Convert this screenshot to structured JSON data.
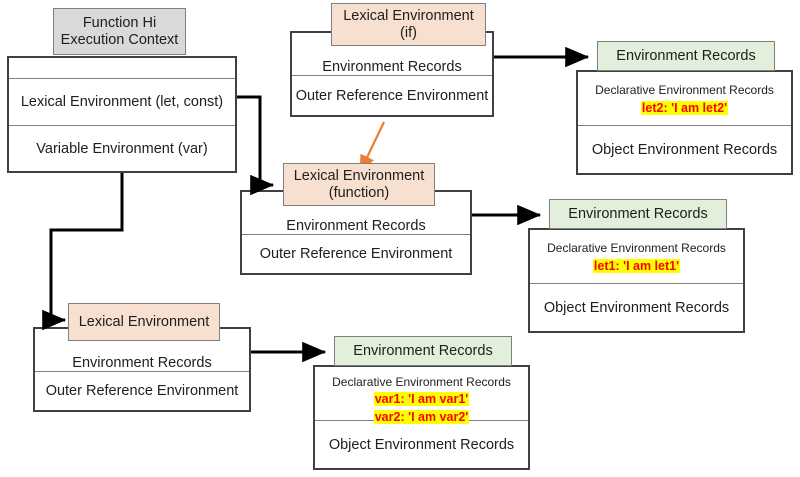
{
  "diagram": {
    "title": "JavaScript Execution Context Lexical Environment Diagram",
    "colors": {
      "header_grey": "#d9d9d9",
      "header_peach": "#f7e0cf",
      "header_green": "#e2efda",
      "box_border": "#404040",
      "divider": "#7f7f7f",
      "connector_black": "#000000",
      "connector_orange": "#ed7d31",
      "highlight_bg": "#ffff00",
      "highlight_text": "#ff0000"
    },
    "execution_context": {
      "header_line1": "Function Hi",
      "header_line2": "Execution Context",
      "rows": [
        "Lexical Environment (let, const)",
        "Variable Environment (var)"
      ]
    },
    "lexical_environments": [
      {
        "id": "if",
        "header_line1": "Lexical Environment",
        "header_line2": "(if)",
        "rows": [
          "Environment Records",
          "Outer Reference Environment"
        ]
      },
      {
        "id": "function",
        "header_line1": "Lexical Environment",
        "header_line2": "(function)",
        "rows": [
          "Environment Records",
          "Outer Reference Environment"
        ]
      },
      {
        "id": "global",
        "header_line1": "Lexical Environment",
        "header_line2": "",
        "rows": [
          "Environment Records",
          "Outer Reference Environment"
        ]
      }
    ],
    "environment_records": [
      {
        "id": "if-records",
        "header": "Environment Records",
        "declarative_label": "Declarative Environment Records",
        "bindings": [
          "let2: 'I am let2'"
        ],
        "object_label": "Object Environment Records"
      },
      {
        "id": "function-records",
        "header": "Environment Records",
        "declarative_label": "Declarative Environment Records",
        "bindings": [
          "let1: 'I am let1'"
        ],
        "object_label": "Object Environment Records"
      },
      {
        "id": "global-records",
        "header": "Environment Records",
        "declarative_label": "Declarative Environment Records",
        "bindings": [
          "var1: 'I am var1'",
          "var2: 'I am var2'"
        ],
        "object_label": "Object Environment Records"
      }
    ]
  }
}
